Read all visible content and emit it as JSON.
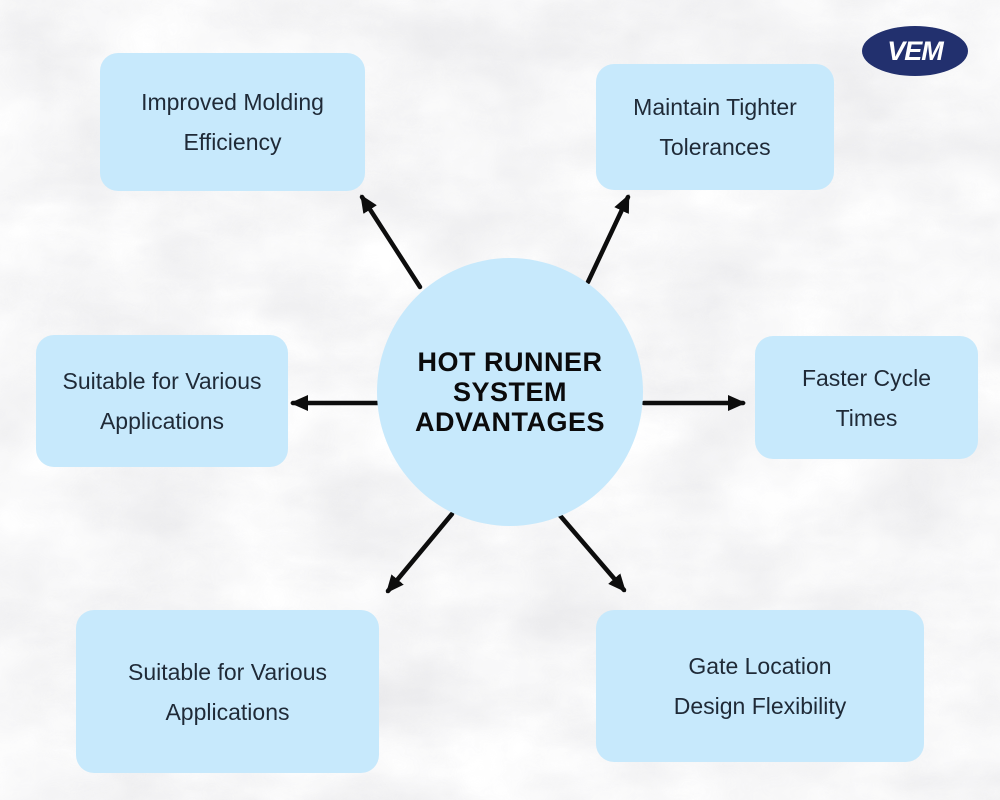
{
  "logo": {
    "text": "VEM",
    "bg_color": "#22306e",
    "text_color": "#ffffff"
  },
  "center": {
    "label": "HOT RUNNER\nSYSTEM\nADVANTAGES"
  },
  "nodes": [
    {
      "label": "Improved Molding\nEfficiency",
      "position": "top-left"
    },
    {
      "label": "Maintain Tighter\nTolerances",
      "position": "top-right"
    },
    {
      "label": "Suitable for Various\nApplications",
      "position": "middle-left"
    },
    {
      "label": "Faster Cycle\nTimes",
      "position": "middle-right"
    },
    {
      "label": "Suitable for Various\nApplications",
      "position": "bottom-left"
    },
    {
      "label": "Gate Location\nDesign Flexibility",
      "position": "bottom-right"
    }
  ],
  "colors": {
    "node_fill": "#c7e9fc",
    "node_text": "#1f2a37",
    "center_text": "#0b0b0c",
    "arrow": "#0d0d0d",
    "background_base": "#ffffff",
    "marble_vein": "#d6d4d8"
  }
}
